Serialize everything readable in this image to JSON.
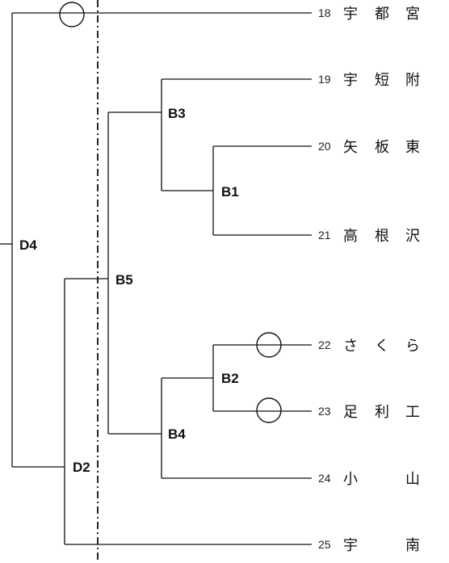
{
  "teams": [
    {
      "seed": "18",
      "chars": [
        "宇",
        "都",
        "宮"
      ]
    },
    {
      "seed": "19",
      "chars": [
        "宇",
        "短",
        "附"
      ]
    },
    {
      "seed": "20",
      "chars": [
        "矢",
        "板",
        "東"
      ]
    },
    {
      "seed": "21",
      "chars": [
        "高",
        "根",
        "沢"
      ]
    },
    {
      "seed": "22",
      "chars": [
        "さ",
        "く",
        "ら"
      ]
    },
    {
      "seed": "23",
      "chars": [
        "足",
        "利",
        "工"
      ]
    },
    {
      "seed": "24",
      "chars": [
        "小",
        "",
        "山"
      ]
    },
    {
      "seed": "25",
      "chars": [
        "宇",
        "",
        "南"
      ]
    }
  ],
  "matches": {
    "b1": "B1",
    "b2": "B2",
    "b3": "B3",
    "b4": "B4",
    "b5": "B5",
    "d2": "D2",
    "d4": "D4"
  }
}
